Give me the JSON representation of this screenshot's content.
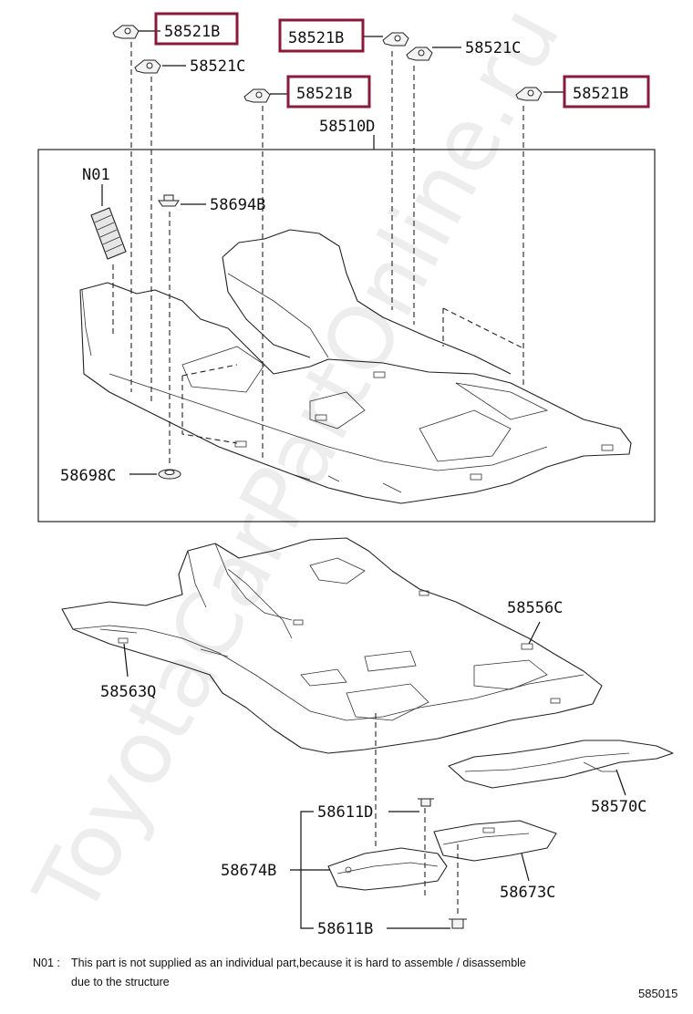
{
  "labels": {
    "l1": "58521B",
    "l2": "58521B",
    "l3": "58521C",
    "l4": "58521C",
    "l5": "58521B",
    "l6": "58521B",
    "l7": "58510D",
    "l8": "N01",
    "l9": "58694B",
    "l10": "58698C",
    "l11": "58556C",
    "l12": "58563Q",
    "l13": "58570C",
    "l14": "58611D",
    "l15": "58674B",
    "l16": "58673C",
    "l17": "58611B"
  },
  "note": {
    "code": "N01 :",
    "line1": "This part is not supplied as an individual part,because it is hard to assemble / disassemble",
    "line2": "due to the structure"
  },
  "figure_code": "585015",
  "watermark": "ToyotaCarPartOnline.ru",
  "highlight_color": "#8b1a3a"
}
